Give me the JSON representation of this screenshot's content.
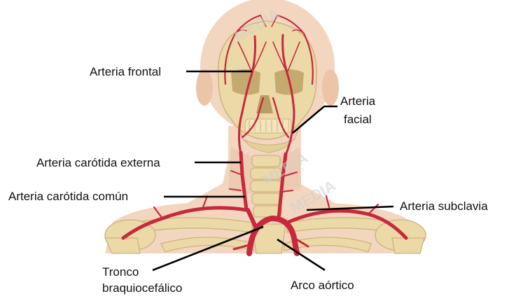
{
  "labels": {
    "frontal": "Arteria frontal",
    "facial_line1": "Arteria",
    "facial_line2": "facial",
    "carotida_externa": "Arteria carótida externa",
    "carotida_comun": "Arteria carótida común",
    "subclavia": "Arteria subclavia",
    "tronco_line1": "Tronco",
    "tronco_line2": "braquiocefálico",
    "arco": "Arco aórtico"
  },
  "watermark": "MEDIA",
  "colors": {
    "skin": "#f3d6c0",
    "skin_shadow": "#e8bfa3",
    "bone": "#ecd9a8",
    "bone_shadow": "#cdb37a",
    "artery": "#c8283c",
    "leader": "#000000"
  },
  "icons": [
    "anatomical-illustration"
  ]
}
